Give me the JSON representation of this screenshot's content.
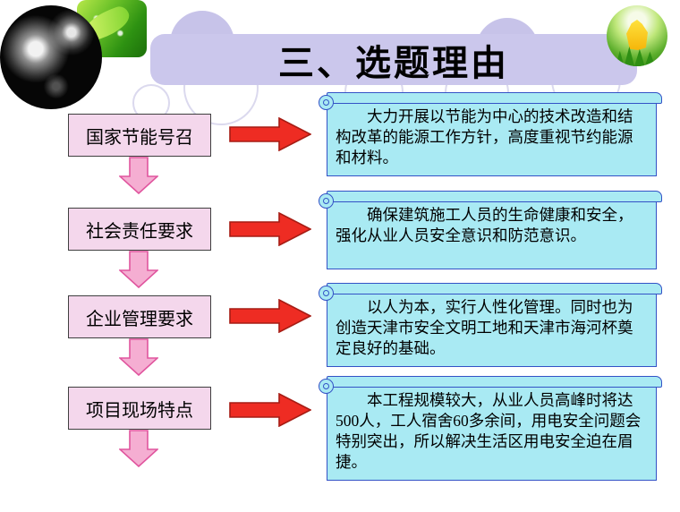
{
  "title": "三、选题理由",
  "rows": [
    {
      "label": "国家节能号召",
      "detail": "大力开展以节能为中心的技术改造和结构改革的能源工作方针，高度重视节约能源和材料。"
    },
    {
      "label": "社会责任要求",
      "detail": "确保建筑施工人员的生命健康和安全，强化从业人员安全意识和防范意识。"
    },
    {
      "label": "企业管理要求",
      "detail": "以人为本，实行人性化管理。同时也为创造天津市安全文明工地和天津市海河杯奠定良好的基础。"
    },
    {
      "label": "项目现场特点",
      "detail": "本工程规模较大，从业人员高峰时将达500人，工人宿舍60多余间，用电安全问题会特别突出，所以解决生活区用电安全迫在眉捷。"
    }
  ],
  "icons": {
    "down_arrow": "block-down-arrow",
    "right_arrow": "block-right-arrow",
    "scroll_curl": "rolled-paper-curl"
  },
  "colors": {
    "banner": "#cbc7ec",
    "box_fill": "#f4d7ec",
    "box_border": "#3f3f3f",
    "down_arrow_fill": "#f5aed2",
    "down_arrow_border": "#e0559e",
    "right_arrow_fill": "#ee2c23",
    "right_arrow_border": "#a61c14",
    "scroll_fill": "#a9eaf3",
    "scroll_border": "#3352c6",
    "text": "#000000"
  }
}
